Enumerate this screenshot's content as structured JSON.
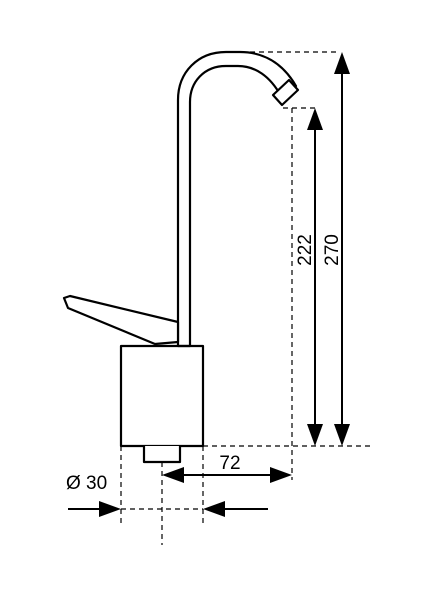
{
  "dimensions": {
    "total_height": "270",
    "outlet_height": "222",
    "reach": "72",
    "hole_diameter": "Ø 30"
  }
}
